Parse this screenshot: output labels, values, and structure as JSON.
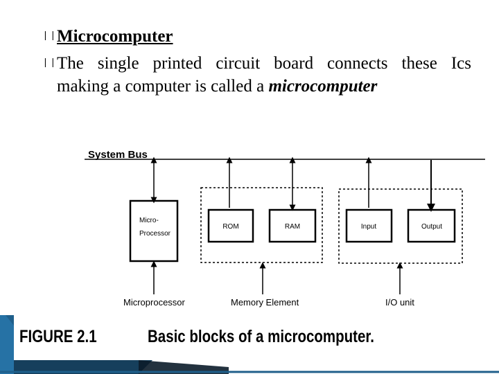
{
  "slide": {
    "heading": "Microcomputer",
    "bullet_text_line1": "The single printed circuit board connects these Ics",
    "bullet_text_line2_plain": "making a computer is called a ",
    "bullet_text_line2_emphasis": "microcomputer"
  },
  "diagram": {
    "system_bus_label": "System Bus",
    "microprocessor_box_line1": "Micro-",
    "microprocessor_box_line2": "Processor",
    "rom_label": "ROM",
    "ram_label": "RAM",
    "input_label": "Input",
    "output_label": "Output",
    "microprocessor_caption": "Microprocessor",
    "memory_caption": "Memory Element",
    "io_caption": "I/O unit",
    "figure_number": "FIGURE 2.1",
    "figure_title": "Basic blocks of a microcomputer."
  },
  "colors": {
    "slide_accent": "#1f5f8b",
    "ink": "#000000"
  }
}
